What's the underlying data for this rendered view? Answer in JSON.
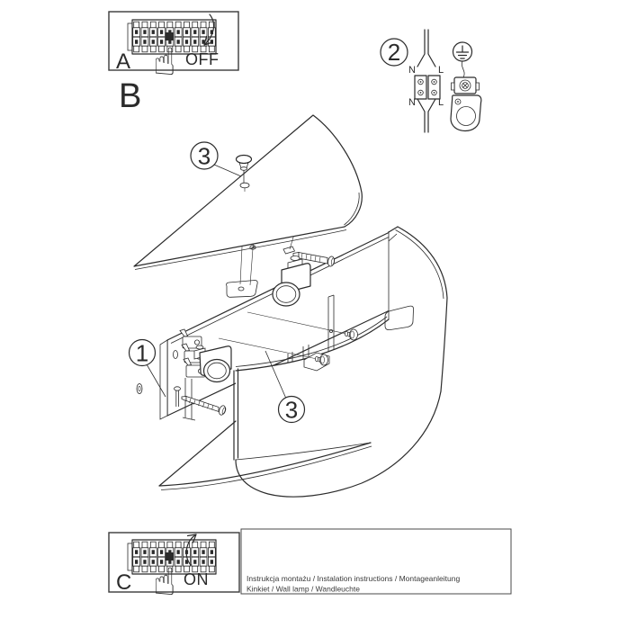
{
  "colors": {
    "line": "#2b2b2b",
    "background": "#ffffff"
  },
  "panel_a": {
    "letter": "A",
    "state_label": "OFF",
    "hand_icon": "☝"
  },
  "section_label": "B",
  "wiring_step": {
    "number": "2",
    "labels": {
      "n_top": "N",
      "l_top": "L",
      "n_bottom": "N",
      "l_bottom": "L"
    }
  },
  "exploded": {
    "callout_screw_cap": "3",
    "callout_base": "1",
    "callout_shade": "3"
  },
  "panel_c": {
    "letter": "C",
    "state_label": "ON",
    "hand_icon": "☝"
  },
  "footer": {
    "line1": "Instrukcja montażu / Instalation instructions / Montageanleitung",
    "line2": "Kinkiet / Wall lamp / Wandleuchte"
  }
}
